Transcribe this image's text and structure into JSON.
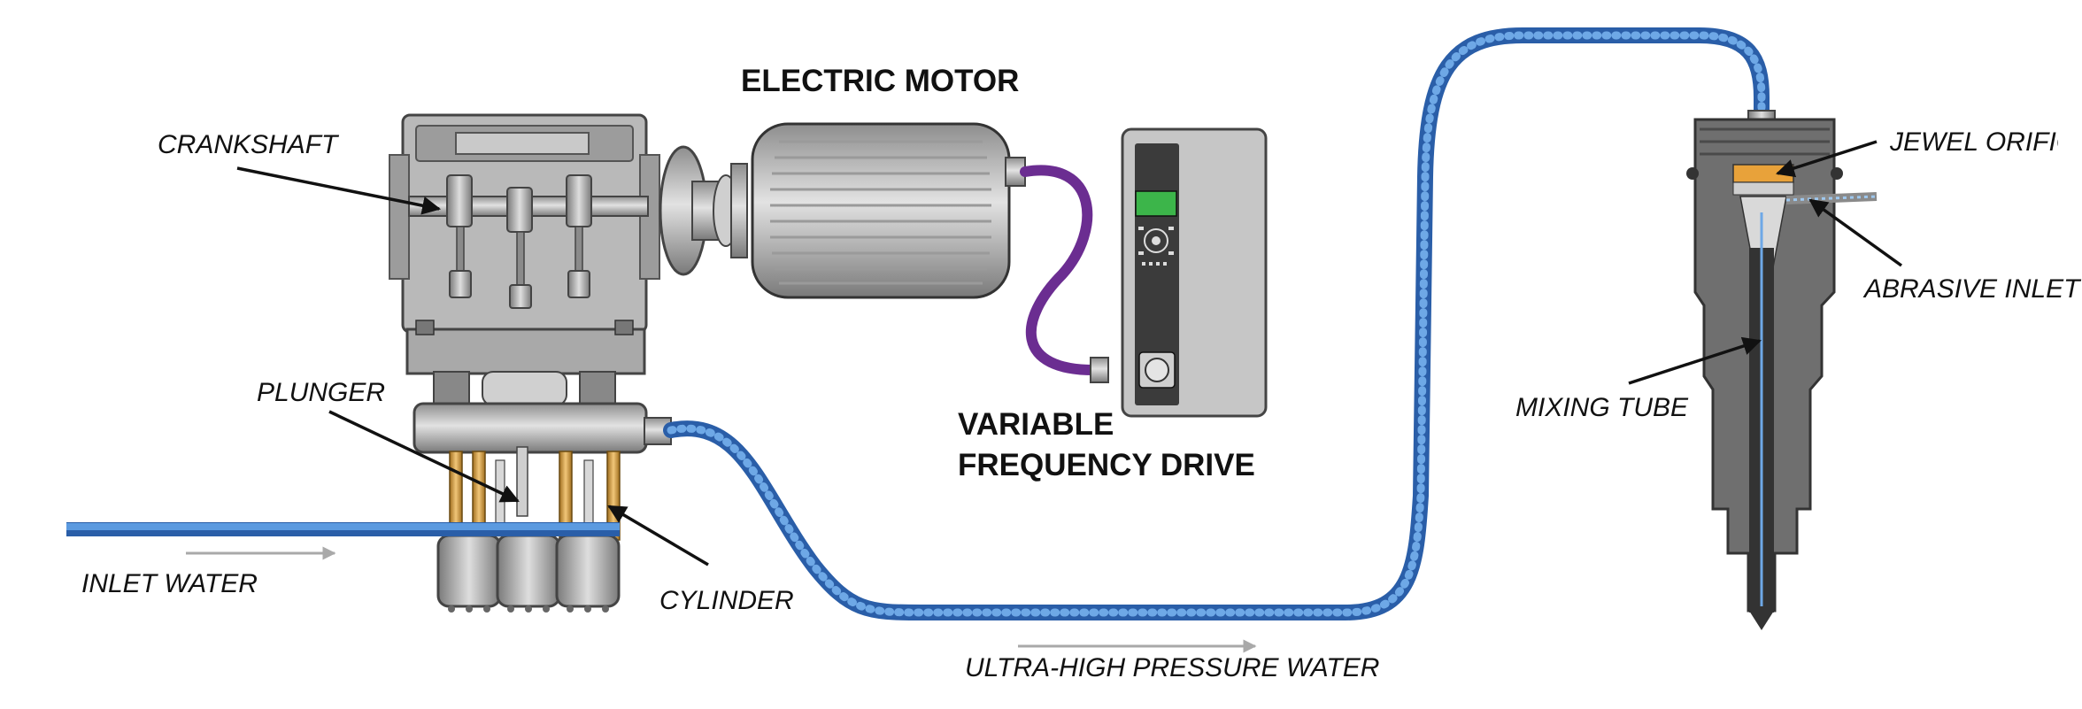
{
  "labels": {
    "electric_motor": "ELECTRIC MOTOR",
    "crankshaft": "CRANKSHAFT",
    "plunger": "PLUNGER",
    "cylinder": "CYLINDER",
    "inlet_water": "INLET WATER",
    "vfd_line1": "VARIABLE",
    "vfd_line2": "FREQUENCY DRIVE",
    "uhp_water": "ULTRA-HIGH PRESSURE WATER",
    "jewel_orifice": "JEWEL ORIFICE",
    "abrasive_inlet": "ABRASIVE INLET",
    "mixing_tube": "MIXING TUBE"
  },
  "colors": {
    "water": "#3f7fcc",
    "water_highlight": "#8fc0f0",
    "metal": "#b5b5b5",
    "metal_dark": "#6e6e6e",
    "cable": "#6b2d91",
    "brass": "#c8963a",
    "orifice": "#e8a23a",
    "drive_screen": "#3cb54a"
  }
}
